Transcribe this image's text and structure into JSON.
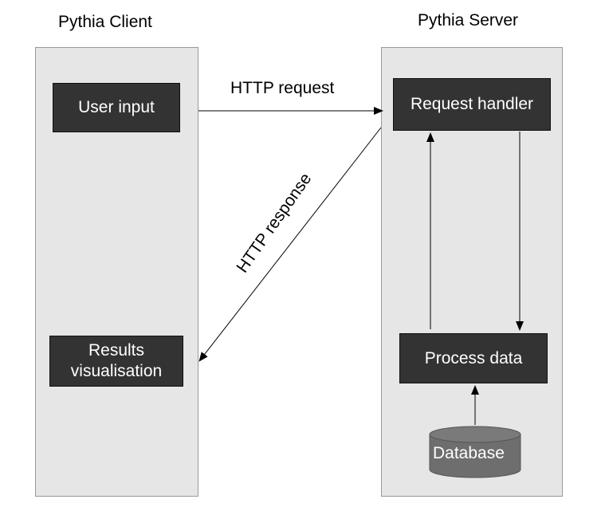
{
  "client": {
    "title": "Pythia Client",
    "user_input": "User input",
    "results_line1": "Results",
    "results_line2": "visualisation"
  },
  "server": {
    "title": "Pythia Server",
    "request_handler": "Request handler",
    "process_data": "Process data",
    "database": "Database"
  },
  "edges": {
    "request_label": "HTTP request",
    "response_label": "HTTP response"
  },
  "colors": {
    "panel": "#e6e6e6",
    "box": "#333333",
    "database": "#6e6e6e"
  }
}
